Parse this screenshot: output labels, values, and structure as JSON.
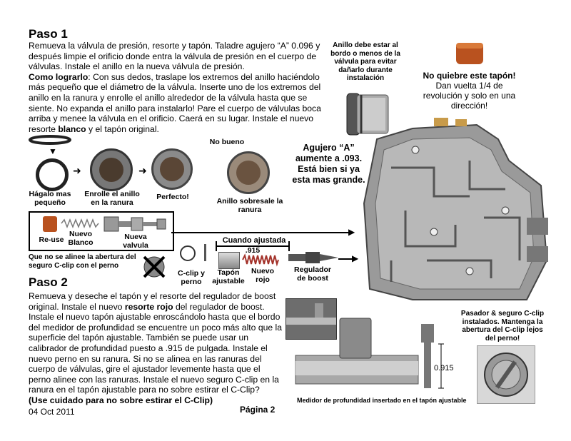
{
  "step1": {
    "title": "Paso 1",
    "p1": "Remueva la válvula de presión, resorte y tapón. Taladre agujero “A” 0.096 y después limpie el orificio donde entra la válvula de presión en el cuerpo de válvulas. Instale el anillo en la nueva válvula de presión.",
    "how_label": "Como lograrlo",
    "p2": ": Con sus dedos, traslape los extremos del anillo haciéndolo más pequeño que el diámetro de la válvula. Inserte uno de los extremos del anillo en la ranura y enrolle el anillo alrededor de la válvula hasta que se siente. No expanda el anillo para instalarlo! Pare el cuerpo de válvulas boca arriba y menee la válvula en el orificio. Caerá en su lugar. Instale el nuevo resorte ",
    "p2_bold": "blanco",
    "p2_end": " y el tapón original."
  },
  "ring_note": "Anillo debe estar al bordo o menos de la válvula para evitar dañarlo durante instalación",
  "plug_warning": {
    "title": "No quiebre este tapón!",
    "text": "Dan vuelta 1/4 de revolución y solo en una dirección!"
  },
  "hole_a": "Agujero “A” aumente a .093. Está bien si ya esta mas grande.",
  "ring_steps": {
    "make_small": "Hágalo mas pequeño",
    "roll": "Enrolle el anillo en la ranura",
    "perfect": "Perfecto!",
    "not_good": "No bueno",
    "protrudes": "Anillo sobresale la ranura"
  },
  "parts": {
    "reuse": "Re-use",
    "new_white": "Nuevo Blanco",
    "new_valve": "Nueva valvula",
    "adjusted_when": "Cuando ajustada",
    "dim": ".915",
    "misaligned": "Que no se alinee la abertura del seguro C-clip con el perno",
    "cclip": "C-clip y perno",
    "adj_plug": "Tapón ajustable",
    "new_red": "Nuevo rojo",
    "boost_reg": "Regulador de boost"
  },
  "step2": {
    "title": "Paso 2",
    "t1": "Remueva y deseche el tapón y el resorte del regulador de boost original. Instale el nuevo ",
    "t1_bold": "resorte rojo",
    "t2": " del regulador de boost. Instale el nuevo tapón ajustable enroscándolo hasta que el bordo del medidor de profundidad se encuentre un poco más alto que la superficie del tapón ajustable. También se puede usar un calibrador de profundidad puesto a .915 de pulgada. Instale el nuevo perno en su ranura. Si no se alinea en las ranuras del cuerpo de válvulas, gire el ajustador levemente hasta que el perno alinee con las ranuras. Instale el nuevo seguro C-clip en la ranura en el tapón ajustable para no sobre estirar el C-Clip?",
    "t3": "(Use cuidado para no sobre estirar el C-Clip)"
  },
  "gauge_caption": "Medidor de profundidad insertado en el tapón ajustable",
  "gauge_value": "0.915",
  "pin_note": "Pasador & seguro C-clip instalados. Mantenga la abertura del C-clip lejos del perno!",
  "footer": {
    "date": "04 Oct 2011",
    "page": "Página 2"
  }
}
